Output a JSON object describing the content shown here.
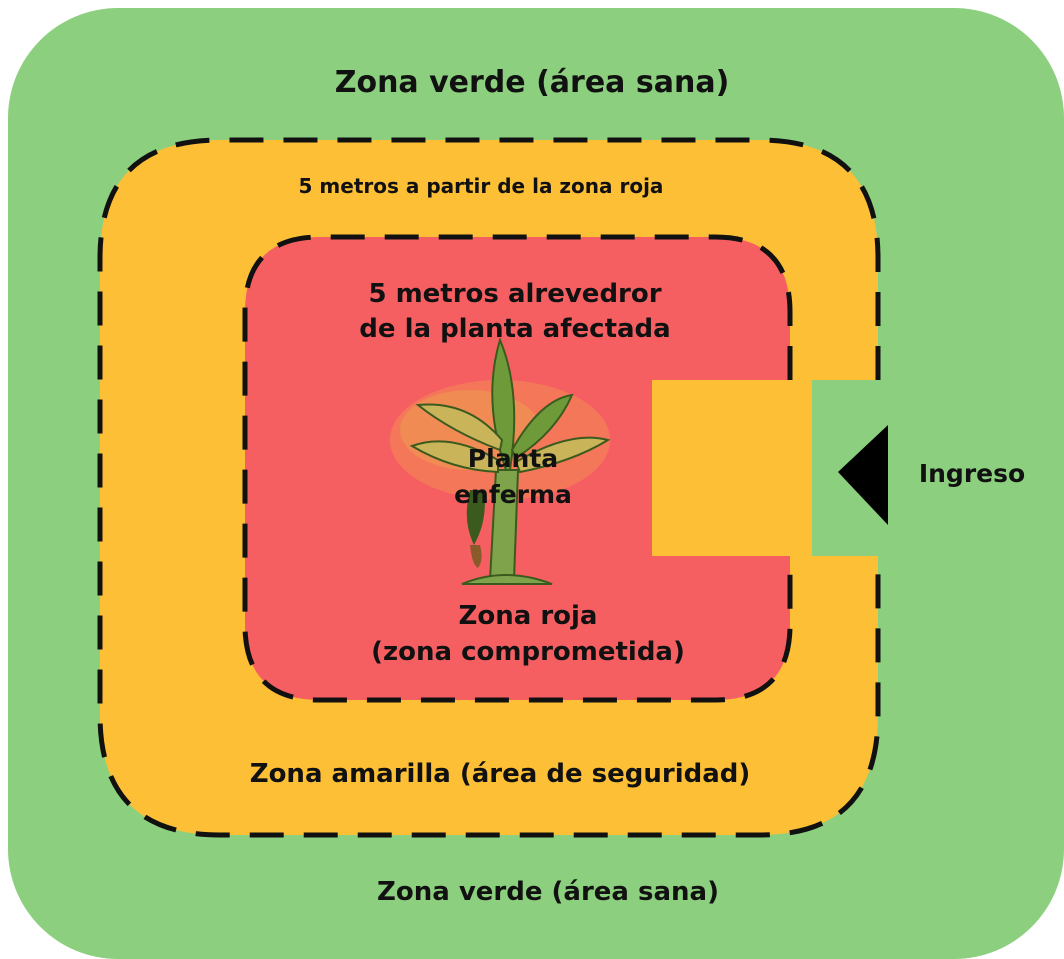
{
  "colors": {
    "green_zone": "#8ccf7e",
    "yellow_zone": "#fcbf36",
    "red_zone": "#f65f62",
    "border": "#111111",
    "arrow": "#000000",
    "leaf": "#6e9a3a",
    "leaf_dark": "#3b5b1e",
    "leaf_diseased": "#c9b45a",
    "trunk": "#7ea34a"
  },
  "labels": {
    "green_top": "Zona verde (área sana)",
    "green_bottom": "Zona verde (área sana)",
    "yellow_top": "5 metros a partir de la zona roja",
    "yellow_bottom": "Zona amarilla (área de seguridad)",
    "red_top_line1": "5 metros alrevedror",
    "red_top_line2": "de la planta afectada",
    "plant_line1": "Planta",
    "plant_line2": "enferma",
    "red_bottom_line1": "Zona roja",
    "red_bottom_line2": "(zona comprometida)",
    "entrance": "Ingreso"
  },
  "icons": {
    "plant": "diseased-banana-plant-icon",
    "entrance_arrow": "left-pointing-triangle-arrow-icon"
  }
}
